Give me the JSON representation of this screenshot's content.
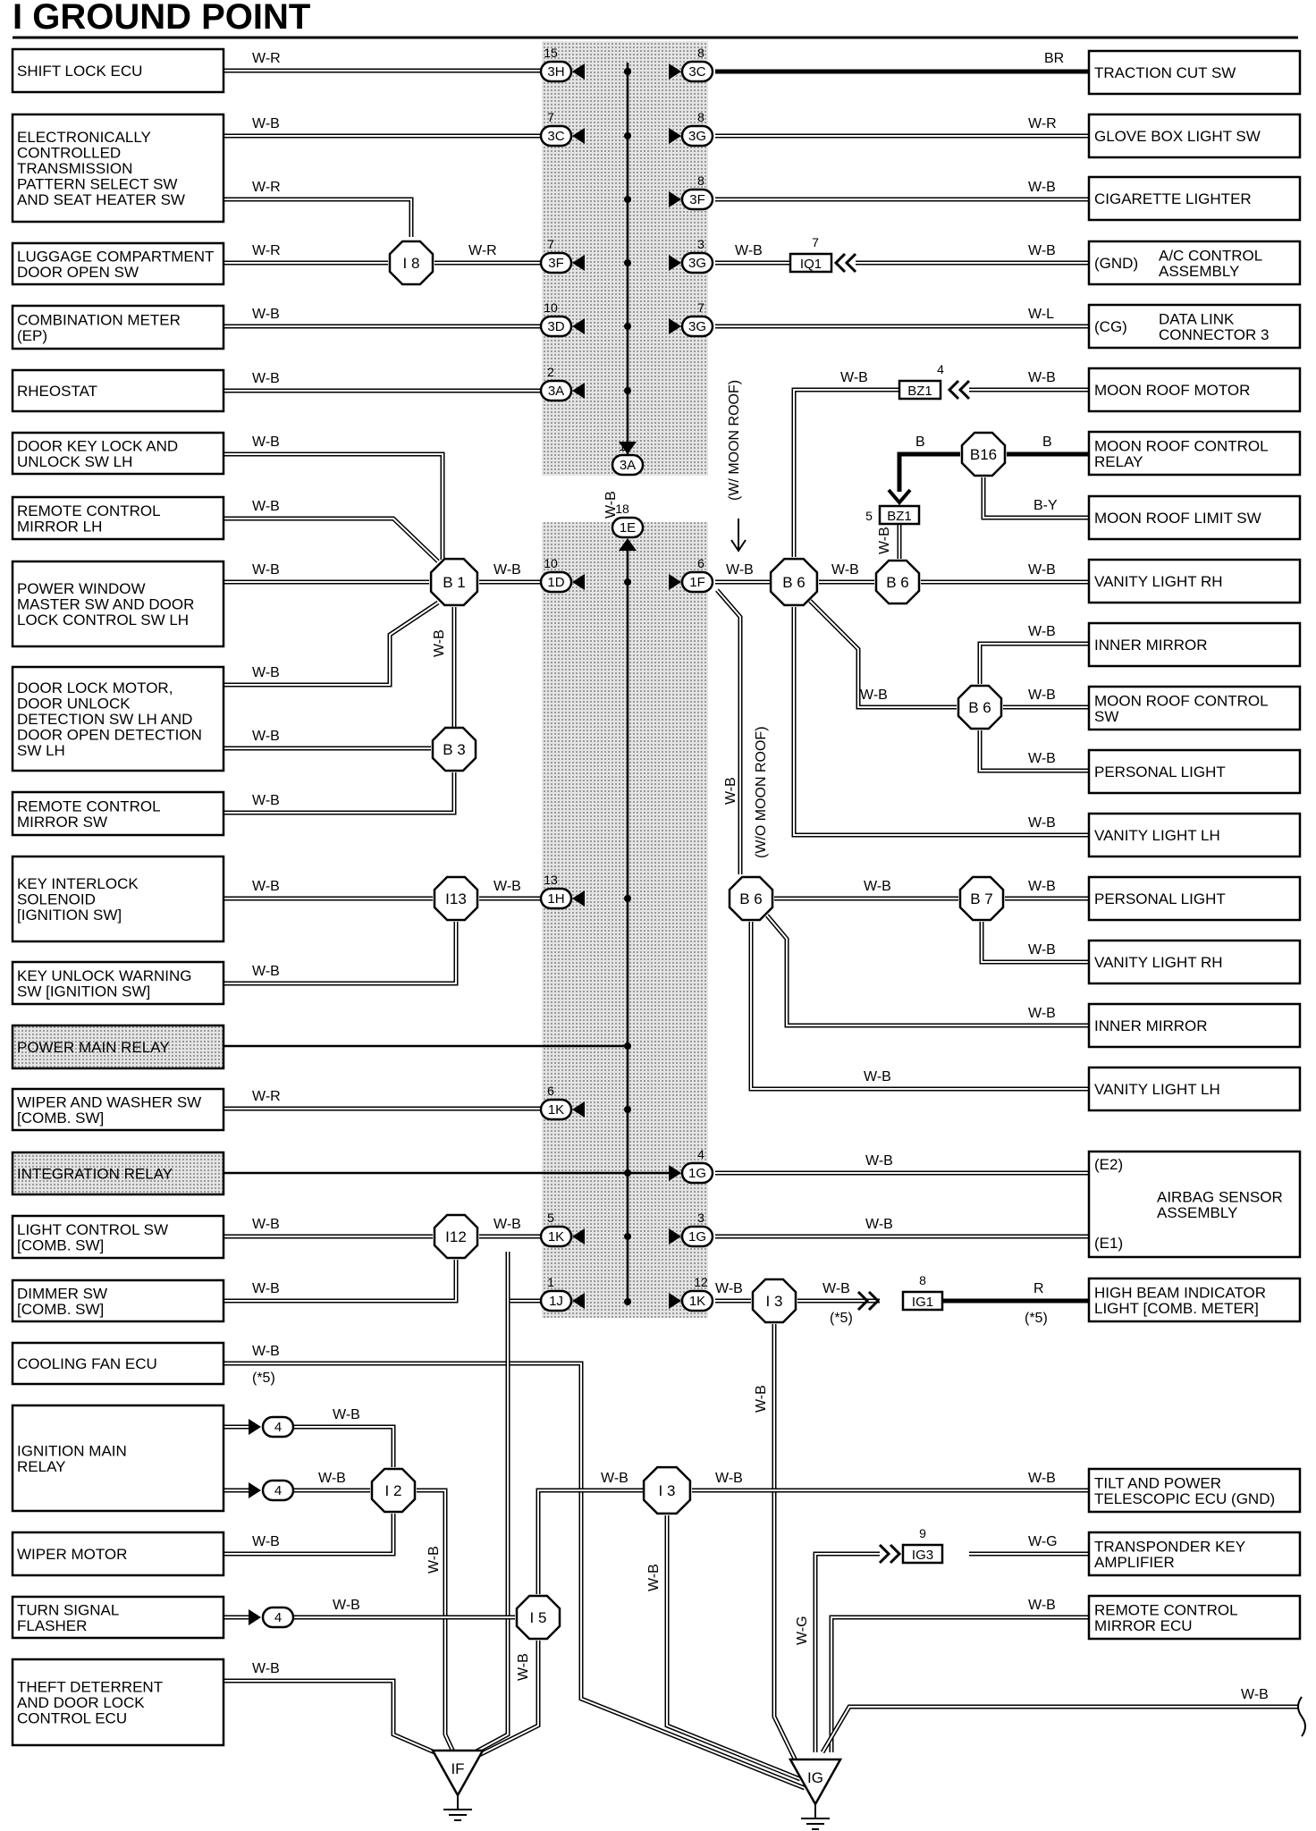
{
  "title": "I GROUND POINT",
  "left_components": [
    {
      "id": "shift_lock",
      "lines": [
        "SHIFT LOCK ECU"
      ]
    },
    {
      "id": "ects",
      "lines": [
        "ELECTRONICALLY",
        "CONTROLLED",
        "TRANSMISSION",
        "PATTERN SELECT SW",
        "AND SEAT HEATER SW"
      ]
    },
    {
      "id": "luggage",
      "lines": [
        "LUGGAGE COMPARTMENT",
        "DOOR OPEN SW"
      ]
    },
    {
      "id": "combo_meter",
      "lines": [
        "COMBINATION METER",
        "(EP)"
      ]
    },
    {
      "id": "rheostat",
      "lines": [
        "RHEOSTAT"
      ]
    },
    {
      "id": "door_key",
      "lines": [
        "DOOR KEY LOCK AND",
        "UNLOCK SW LH"
      ]
    },
    {
      "id": "rc_mirror_lh",
      "lines": [
        "REMOTE CONTROL",
        "MIRROR LH"
      ]
    },
    {
      "id": "pw_master",
      "lines": [
        "POWER WINDOW",
        "MASTER SW AND DOOR",
        "LOCK CONTROL SW LH"
      ]
    },
    {
      "id": "door_lock_motor",
      "lines": [
        "DOOR LOCK MOTOR,",
        "DOOR UNLOCK",
        "DETECTION SW LH AND",
        "DOOR OPEN DETECTION",
        "SW LH"
      ]
    },
    {
      "id": "rc_mirror_sw",
      "lines": [
        "REMOTE CONTROL",
        "MIRROR SW"
      ]
    },
    {
      "id": "key_interlock",
      "lines": [
        "KEY INTERLOCK",
        "SOLENOID",
        "[IGNITION SW]"
      ]
    },
    {
      "id": "key_unlock",
      "lines": [
        "KEY UNLOCK WARNING",
        "SW [IGNITION SW]"
      ]
    },
    {
      "id": "power_main",
      "lines": [
        "POWER MAIN RELAY"
      ]
    },
    {
      "id": "wiper_washer",
      "lines": [
        "WIPER AND WASHER SW",
        "[COMB.  SW]"
      ]
    },
    {
      "id": "integration",
      "lines": [
        "INTEGRATION RELAY"
      ]
    },
    {
      "id": "light_control",
      "lines": [
        "LIGHT CONTROL SW",
        "[COMB.  SW]"
      ]
    },
    {
      "id": "dimmer",
      "lines": [
        "DIMMER SW",
        "[COMB.  SW]"
      ]
    },
    {
      "id": "cooling_fan",
      "lines": [
        "COOLING FAN ECU"
      ]
    },
    {
      "id": "ign_main",
      "lines": [
        "IGNITION MAIN",
        "RELAY"
      ]
    },
    {
      "id": "wiper_motor",
      "lines": [
        "WIPER MOTOR"
      ]
    },
    {
      "id": "turn_signal",
      "lines": [
        "TURN SIGNAL",
        "FLASHER"
      ]
    },
    {
      "id": "theft",
      "lines": [
        "THEFT DETERRENT",
        "AND DOOR LOCK",
        "CONTROL ECU"
      ]
    }
  ],
  "right_components": [
    {
      "id": "traction_cut",
      "lines": [
        "TRACTION CUT SW"
      ]
    },
    {
      "id": "glove_box",
      "lines": [
        "GLOVE BOX LIGHT SW"
      ]
    },
    {
      "id": "cig_lighter",
      "lines": [
        "CIGARETTE LIGHTER"
      ]
    },
    {
      "id": "ac_control",
      "lines": [
        "A/C CONTROL",
        "ASSEMBLY"
      ],
      "pin": "(GND)"
    },
    {
      "id": "data_link",
      "lines": [
        "DATA LINK",
        "CONNECTOR 3"
      ],
      "pin": "(CG)"
    },
    {
      "id": "moon_motor",
      "lines": [
        "MOON ROOF MOTOR"
      ]
    },
    {
      "id": "moon_relay",
      "lines": [
        "MOON ROOF CONTROL",
        "RELAY"
      ]
    },
    {
      "id": "moon_limit",
      "lines": [
        "MOON ROOF LIMIT SW"
      ]
    },
    {
      "id": "vanity_rh_1",
      "lines": [
        "VANITY LIGHT RH"
      ]
    },
    {
      "id": "inner_mirror_1",
      "lines": [
        "INNER MIRROR"
      ]
    },
    {
      "id": "moon_control_sw",
      "lines": [
        "MOON ROOF CONTROL",
        "SW"
      ]
    },
    {
      "id": "personal_1",
      "lines": [
        "PERSONAL LIGHT"
      ]
    },
    {
      "id": "vanity_lh_1",
      "lines": [
        "VANITY LIGHT LH"
      ]
    },
    {
      "id": "personal_2",
      "lines": [
        "PERSONAL LIGHT"
      ]
    },
    {
      "id": "vanity_rh_2",
      "lines": [
        "VANITY LIGHT RH"
      ]
    },
    {
      "id": "inner_mirror_2",
      "lines": [
        "INNER MIRROR"
      ]
    },
    {
      "id": "vanity_lh_2",
      "lines": [
        "VANITY LIGHT LH"
      ]
    },
    {
      "id": "airbag",
      "lines": [
        "AIRBAG SENSOR",
        "ASSEMBLY"
      ],
      "pins": [
        "(E2)",
        "(E1)"
      ]
    },
    {
      "id": "high_beam",
      "lines": [
        "HIGH BEAM INDICATOR",
        "LIGHT [COMB.  METER]"
      ]
    },
    {
      "id": "tilt",
      "lines": [
        "TILT AND POWER",
        "TELESCOPIC ECU (GND)"
      ]
    },
    {
      "id": "transponder",
      "lines": [
        "TRANSPONDER KEY",
        "AMPLIFIER"
      ]
    },
    {
      "id": "rc_mirror_ecu",
      "lines": [
        "REMOTE CONTROL",
        "MIRROR ECU"
      ]
    }
  ],
  "wire_colors": {
    "wr": "W-R",
    "wb": "W-B",
    "br": "BR",
    "b": "B",
    "by": "B-Y",
    "wl": "W-L",
    "r": "R",
    "wg": "W-G"
  },
  "splices": {
    "b1": "B 1",
    "b3": "B 3",
    "b6": "B 6",
    "b7": "B 7",
    "b16": "B16",
    "i2": "I 2",
    "i3": "I 3",
    "i5": "I 5",
    "i8": "I 8",
    "i12": "I12",
    "i13": "I13"
  },
  "connectors": {
    "c3H": "3H",
    "c3C": "3C",
    "c3G": "3G",
    "c3F": "3F",
    "c3D": "3D",
    "c3A": "3A",
    "c1E": "1E",
    "c1D": "1D",
    "c1F": "1F",
    "c1H": "1H",
    "c1K": "1K",
    "c1G": "1G",
    "c1J": "1J",
    "c4": "4",
    "iq1": "IQ1",
    "bz1": "BZ1",
    "ig1": "IG1",
    "ig3": "IG3"
  },
  "pins": {
    "p15": "15",
    "p8": "8",
    "p7": "7",
    "p3": "3",
    "p10": "10",
    "p2": "2",
    "p1": "1",
    "p18": "18",
    "p6": "6",
    "p13": "13",
    "p4": "4",
    "p5": "5",
    "p12": "12",
    "p9": "9"
  },
  "notes": {
    "w_moon": "(W/ MOON ROOF)",
    "wo_moon": "(W/O MOON ROOF)",
    "star5": "(*5)"
  },
  "grounds": {
    "if": "IF",
    "ig": "IG"
  }
}
